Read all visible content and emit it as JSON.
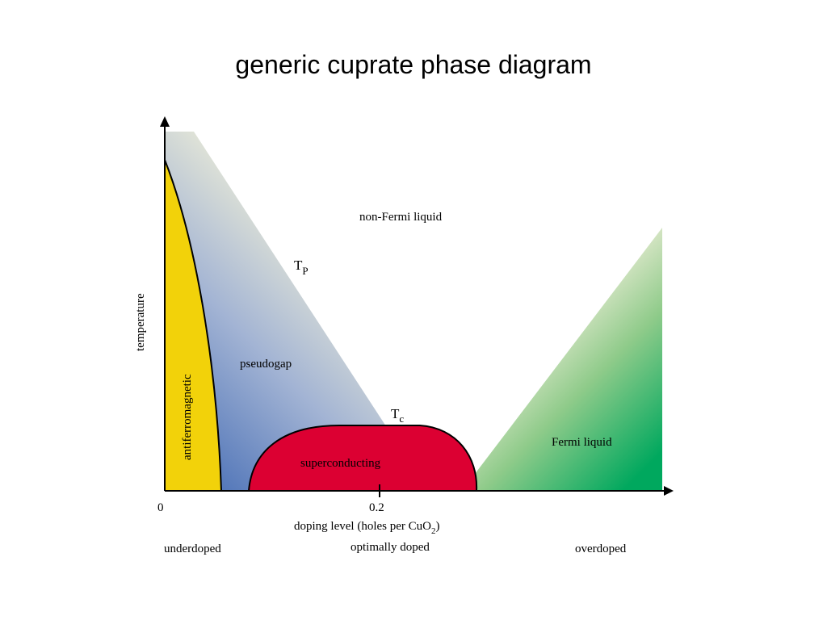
{
  "slide": {
    "title": "generic cuprate phase diagram"
  },
  "diagram": {
    "axes": {
      "y_label": "temperature",
      "x_label_main": "doping level (holes per CuO",
      "x_label_sub": "2",
      "x_label_close": ")",
      "x_tick_0": "0",
      "x_tick_02": "0.2"
    },
    "regions": {
      "non_fermi_liquid": "non-Fermi liquid",
      "pseudogap": "pseudogap",
      "antiferromagnetic": "antiferromagnetic",
      "superconducting": "superconducting",
      "fermi_liquid": "Fermi liquid"
    },
    "curve_labels": {
      "tp_main": "T",
      "tp_sub": "P",
      "tc_main": "T",
      "tc_sub": "c"
    },
    "doping_regimes": {
      "underdoped": "underdoped",
      "optimally_doped": "optimally doped",
      "overdoped": "overdoped"
    },
    "colors": {
      "antiferromagnetic": "#f2d20a",
      "superconducting": "#dc0032",
      "pseudogap": "#4f74b8",
      "fermi_liquid": "#00a85e",
      "crossover_cream": "#eeeed8"
    }
  }
}
